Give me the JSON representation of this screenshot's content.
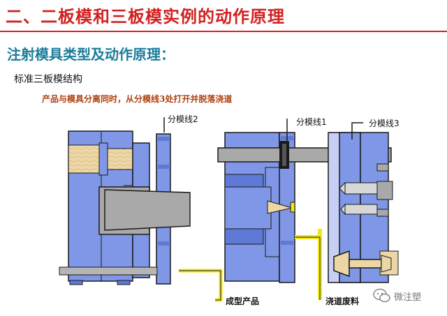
{
  "header": {
    "title": "二、二板模和三板模实例的动作原理"
  },
  "section": {
    "subtitle": "注射模具类型及动作原理："
  },
  "diagram": {
    "structure_title": "标准三板模结构",
    "description": "产品与模具分离同时，从分模线3处打开并脱落浇道",
    "labels": {
      "parting_line_2": "分模线2",
      "parting_line_1": "分模线1",
      "parting_line_3": "分模线3",
      "molded_product": "成型产品",
      "runner_scrap": "浇道废料"
    },
    "colors": {
      "plate_blue": "#7f97e6",
      "plate_blue_dark": "#5f7ad6",
      "plate_light": "#c7cff5",
      "core_gray": "#a9a9a9",
      "wood": "#ecd6a6",
      "runner_yellow": "#f0e61a"
    }
  },
  "watermark": {
    "text": "微注塑",
    "icon": "wechat-icon"
  }
}
